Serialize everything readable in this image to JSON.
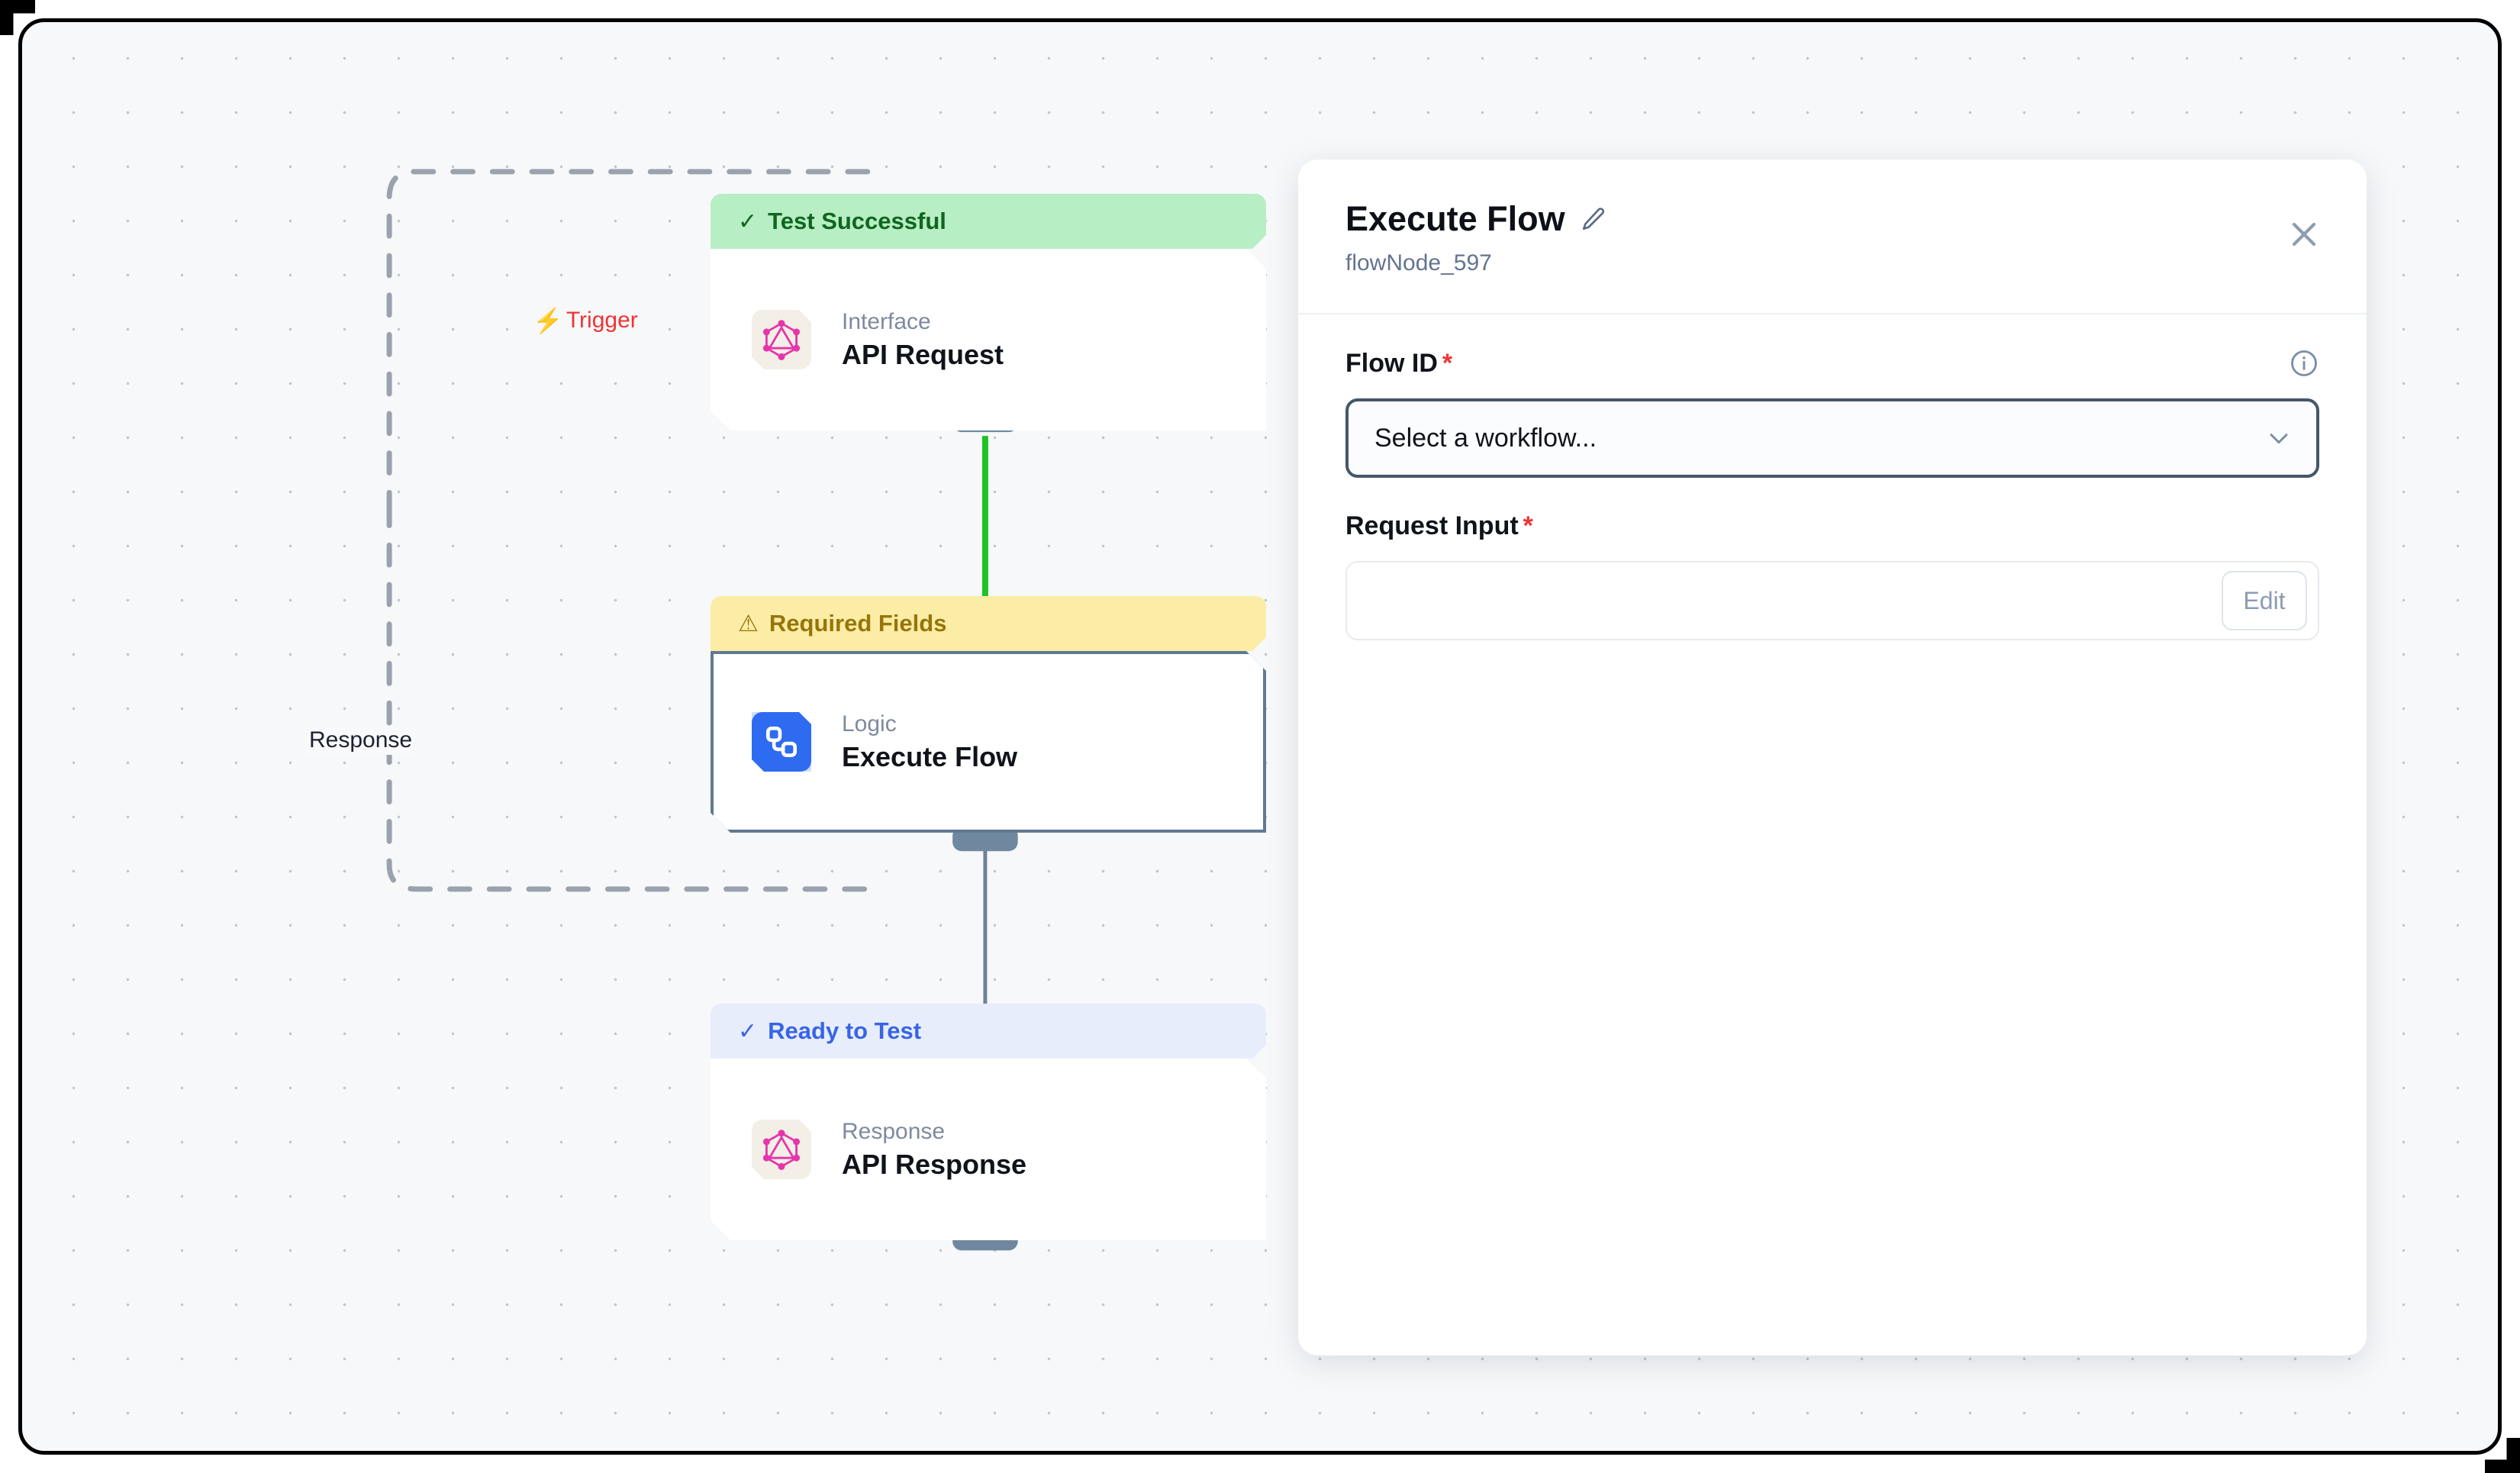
{
  "canvas": {
    "edge_labels": {
      "trigger": "Trigger",
      "trigger_icon": "lightning-bolt-icon",
      "response": "Response"
    },
    "nodes": [
      {
        "status": "Test Successful",
        "status_tone": "success",
        "status_icon": "check-icon",
        "kind": "Interface",
        "title": "API Request",
        "icon": "graphql-icon",
        "selected": false
      },
      {
        "status": "Required Fields",
        "status_tone": "warn",
        "status_icon": "warning-triangle-icon",
        "kind": "Logic",
        "title": "Execute Flow",
        "icon": "workflow-nodes-icon",
        "selected": true
      },
      {
        "status": "Ready to Test",
        "status_tone": "ready",
        "status_icon": "check-icon",
        "kind": "Response",
        "title": "API Response",
        "icon": "graphql-icon",
        "selected": false
      }
    ]
  },
  "panel": {
    "title": "Execute Flow",
    "edit_icon": "pencil-icon",
    "close_icon": "close-icon",
    "subtitle": "flowNode_597",
    "fields": {
      "flow_id": {
        "label": "Flow ID",
        "required_marker": "*",
        "info_icon": "info-circle-icon",
        "value": "Select a workflow...",
        "chevron_icon": "chevron-down-icon"
      },
      "request_input": {
        "label": "Request Input",
        "required_marker": "*",
        "value": "",
        "edit_label": "Edit"
      }
    }
  },
  "colors": {
    "success_bg": "#b7eec4",
    "success_fg": "#10661f",
    "warn_bg": "#fbeda6",
    "warn_fg": "#97750a",
    "ready_bg": "#e7edfb",
    "ready_fg": "#3864e6",
    "trigger": "#ef3434",
    "required": "#ef3434",
    "edge_active": "#1fc322",
    "edge_idle": "#6c8099",
    "selected_border": "#607a92",
    "graphql": "#e535ab",
    "logic_tile": "#2f6bf0"
  }
}
